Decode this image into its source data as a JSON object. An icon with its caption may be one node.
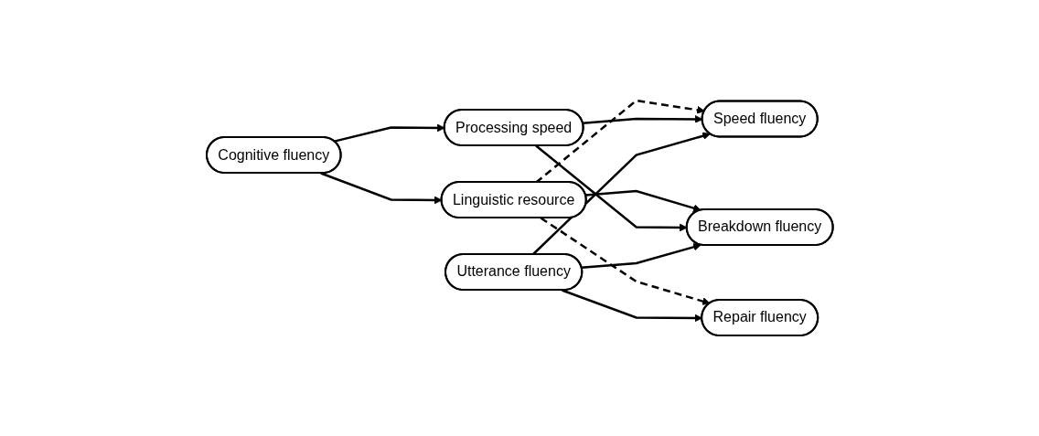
{
  "diagram": {
    "nodes": [
      {
        "text": [
          "Cognitive fluency"
        ]
      },
      {
        "text": [
          "Linguistic resource"
        ]
      },
      {
        "text": [
          "Processing speed"
        ]
      },
      {
        "text": [
          "Speed fluency"
        ]
      },
      {
        "text": [
          "Breakdown fluency"
        ]
      },
      {
        "text": [
          "Repair fluency"
        ]
      },
      {
        "text": [
          "Utterance fluency"
        ]
      }
    ],
    "edges": [
      {
        "from": 0,
        "to": 1,
        "arrow": "to"
      },
      {
        "from": 0,
        "to": 2,
        "arrow": "to"
      },
      {
        "from": 1,
        "to": 3,
        "arrow": "to",
        "style": "dashed"
      },
      {
        "from": 1,
        "to": 4,
        "arrow": "to"
      },
      {
        "from": 1,
        "to": 5,
        "arrow": "to",
        "style": "dashed"
      },
      {
        "from": 2,
        "to": 3,
        "arrow": "to"
      },
      {
        "from": 2,
        "to": 4,
        "arrow": "to"
      },
      {
        "from": 6,
        "to": 3,
        "arrow": "to"
      },
      {
        "from": 6,
        "to": 4,
        "arrow": "to"
      },
      {
        "from": 6,
        "to": 5,
        "arrow": "to"
      }
    ]
  }
}
